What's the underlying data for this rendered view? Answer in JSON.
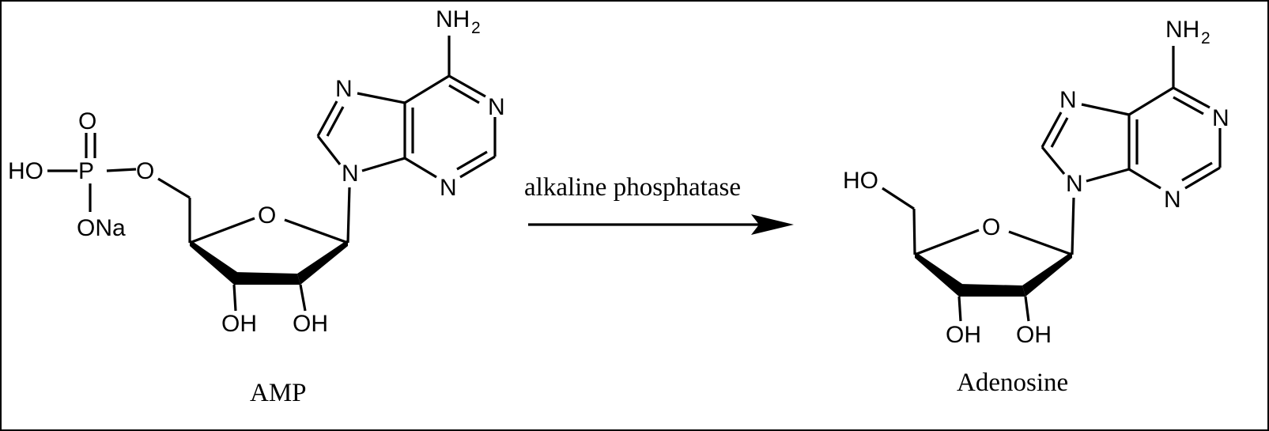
{
  "reaction": {
    "reagent_label": "alkaline phosphatase",
    "reactant_caption": "AMP",
    "product_caption": "Adenosine"
  },
  "amp": {
    "nh2": "NH",
    "nh2_sub": "2",
    "n1": "N",
    "n3": "N",
    "n7": "N",
    "n9": "N",
    "ring_o": "O",
    "ester_o": "O",
    "p": "P",
    "p_double_o": "O",
    "p_ho": "HO",
    "p_ona": "ONa",
    "oh_3": "OH",
    "oh_2": "OH"
  },
  "adenosine": {
    "nh2": "NH",
    "nh2_sub": "2",
    "n1": "N",
    "n3": "N",
    "n7": "N",
    "n9": "N",
    "ring_o": "O",
    "ho_5": "HO",
    "oh_3": "OH",
    "oh_2": "OH"
  },
  "colors": {
    "ink": "#000000",
    "frame": "#000000",
    "background": "#ffffff"
  }
}
